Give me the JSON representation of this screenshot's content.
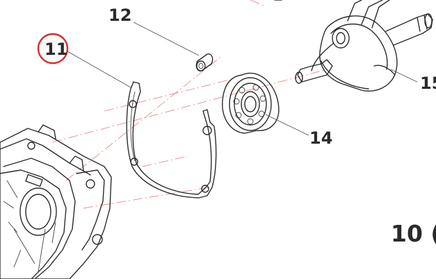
{
  "labels": {
    "p10": "10 (",
    "p11": "11",
    "p12": "12",
    "p14": "14",
    "p15": "15"
  },
  "highlight": {
    "color": "#d32f2f",
    "label": "11"
  },
  "colors": {
    "outline": "#2b2b2b",
    "center_line": "#e58a8a",
    "highlight_circle": "#d32f2f"
  },
  "parts": [
    "crankcase-half",
    "gasket",
    "dowel-pin",
    "ball-bearing",
    "crankshaft"
  ]
}
